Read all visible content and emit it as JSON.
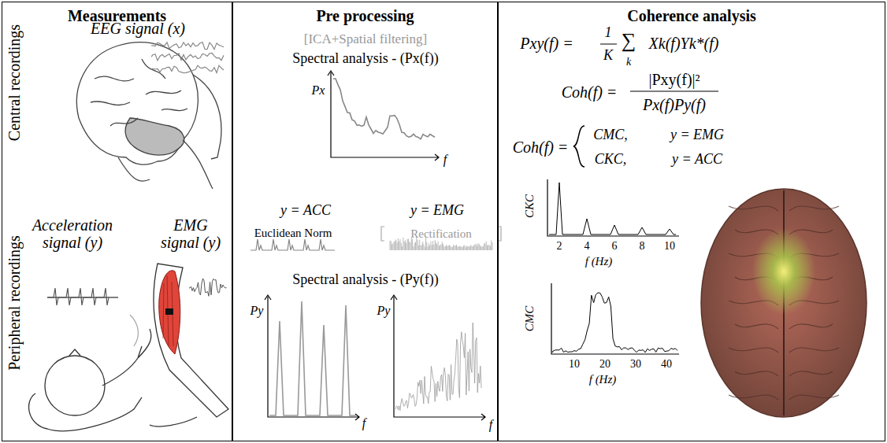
{
  "diagram": {
    "nodes": [
      {
        "text": [
          "Measurements"
        ]
      },
      {
        "text": [
          "Pre processing"
        ]
      },
      {
        "text": [
          "Coherence analysis"
        ]
      }
    ],
    "labels": [
      "Central recordings",
      "Peripheral recordings",
      "EEG signal (x)",
      "Acceleration signal (y)",
      "EMG signal (y)",
      "[ICA+Spatial filtering]",
      "Spectral analysis - (Px(f))",
      "Px",
      "f",
      "y = ACC",
      "y = EMG",
      "Euclidean Norm",
      "Rectification",
      "Spectral analysis - (Py(f))",
      "Py",
      "f",
      "Py",
      "f",
      "Pxy(f) =",
      "1",
      "K",
      "∑",
      "k",
      "Xk(f)Yk*(f)",
      "Coh(f) =",
      "|Pxy(f)|²",
      "Px(f)Py(f)",
      "Coh(f) =",
      "CMC,",
      "y = EMG",
      "CKC,",
      "y = ACC",
      "CKC",
      "2",
      "4",
      "6",
      "8",
      "10",
      "f (Hz)",
      "CMC",
      "10",
      "20",
      "30",
      "40",
      "f (Hz)"
    ]
  }
}
